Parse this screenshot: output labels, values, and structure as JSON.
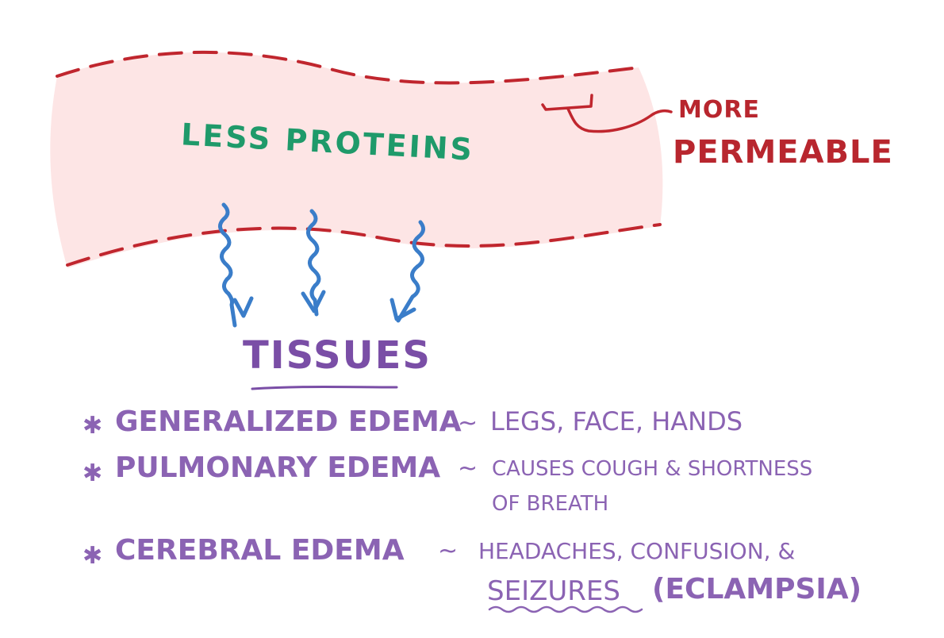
{
  "vessel": {
    "inner_label": "Less Proteins",
    "wall_callout": [
      "More",
      "Permeable"
    ]
  },
  "tissues_heading": "Tissues",
  "edema_types": [
    {
      "name": "Generalized Edema",
      "effects": [
        "Legs, Face, Hands"
      ]
    },
    {
      "name": "Pulmonary Edema",
      "effects": [
        "Causes Cough & Shortness",
        "of Breath"
      ]
    },
    {
      "name": "Cerebral Edema",
      "effects": [
        "Headaches, Confusion, &"
      ],
      "emphasis": "Seizures",
      "emphasis_note": "(Eclampsia)"
    }
  ],
  "colors": {
    "vessel_fill": "#fde5e5",
    "vessel_wall": "#c0262e",
    "green_text": "#1f9a6a",
    "red_text": "#b8262e",
    "arrow": "#3a7dc9",
    "purple": "#8b63b3"
  },
  "icons": [
    "blood-vessel-icon",
    "fluid-leak-arrow-icon",
    "asterisk-bullet-icon"
  ]
}
